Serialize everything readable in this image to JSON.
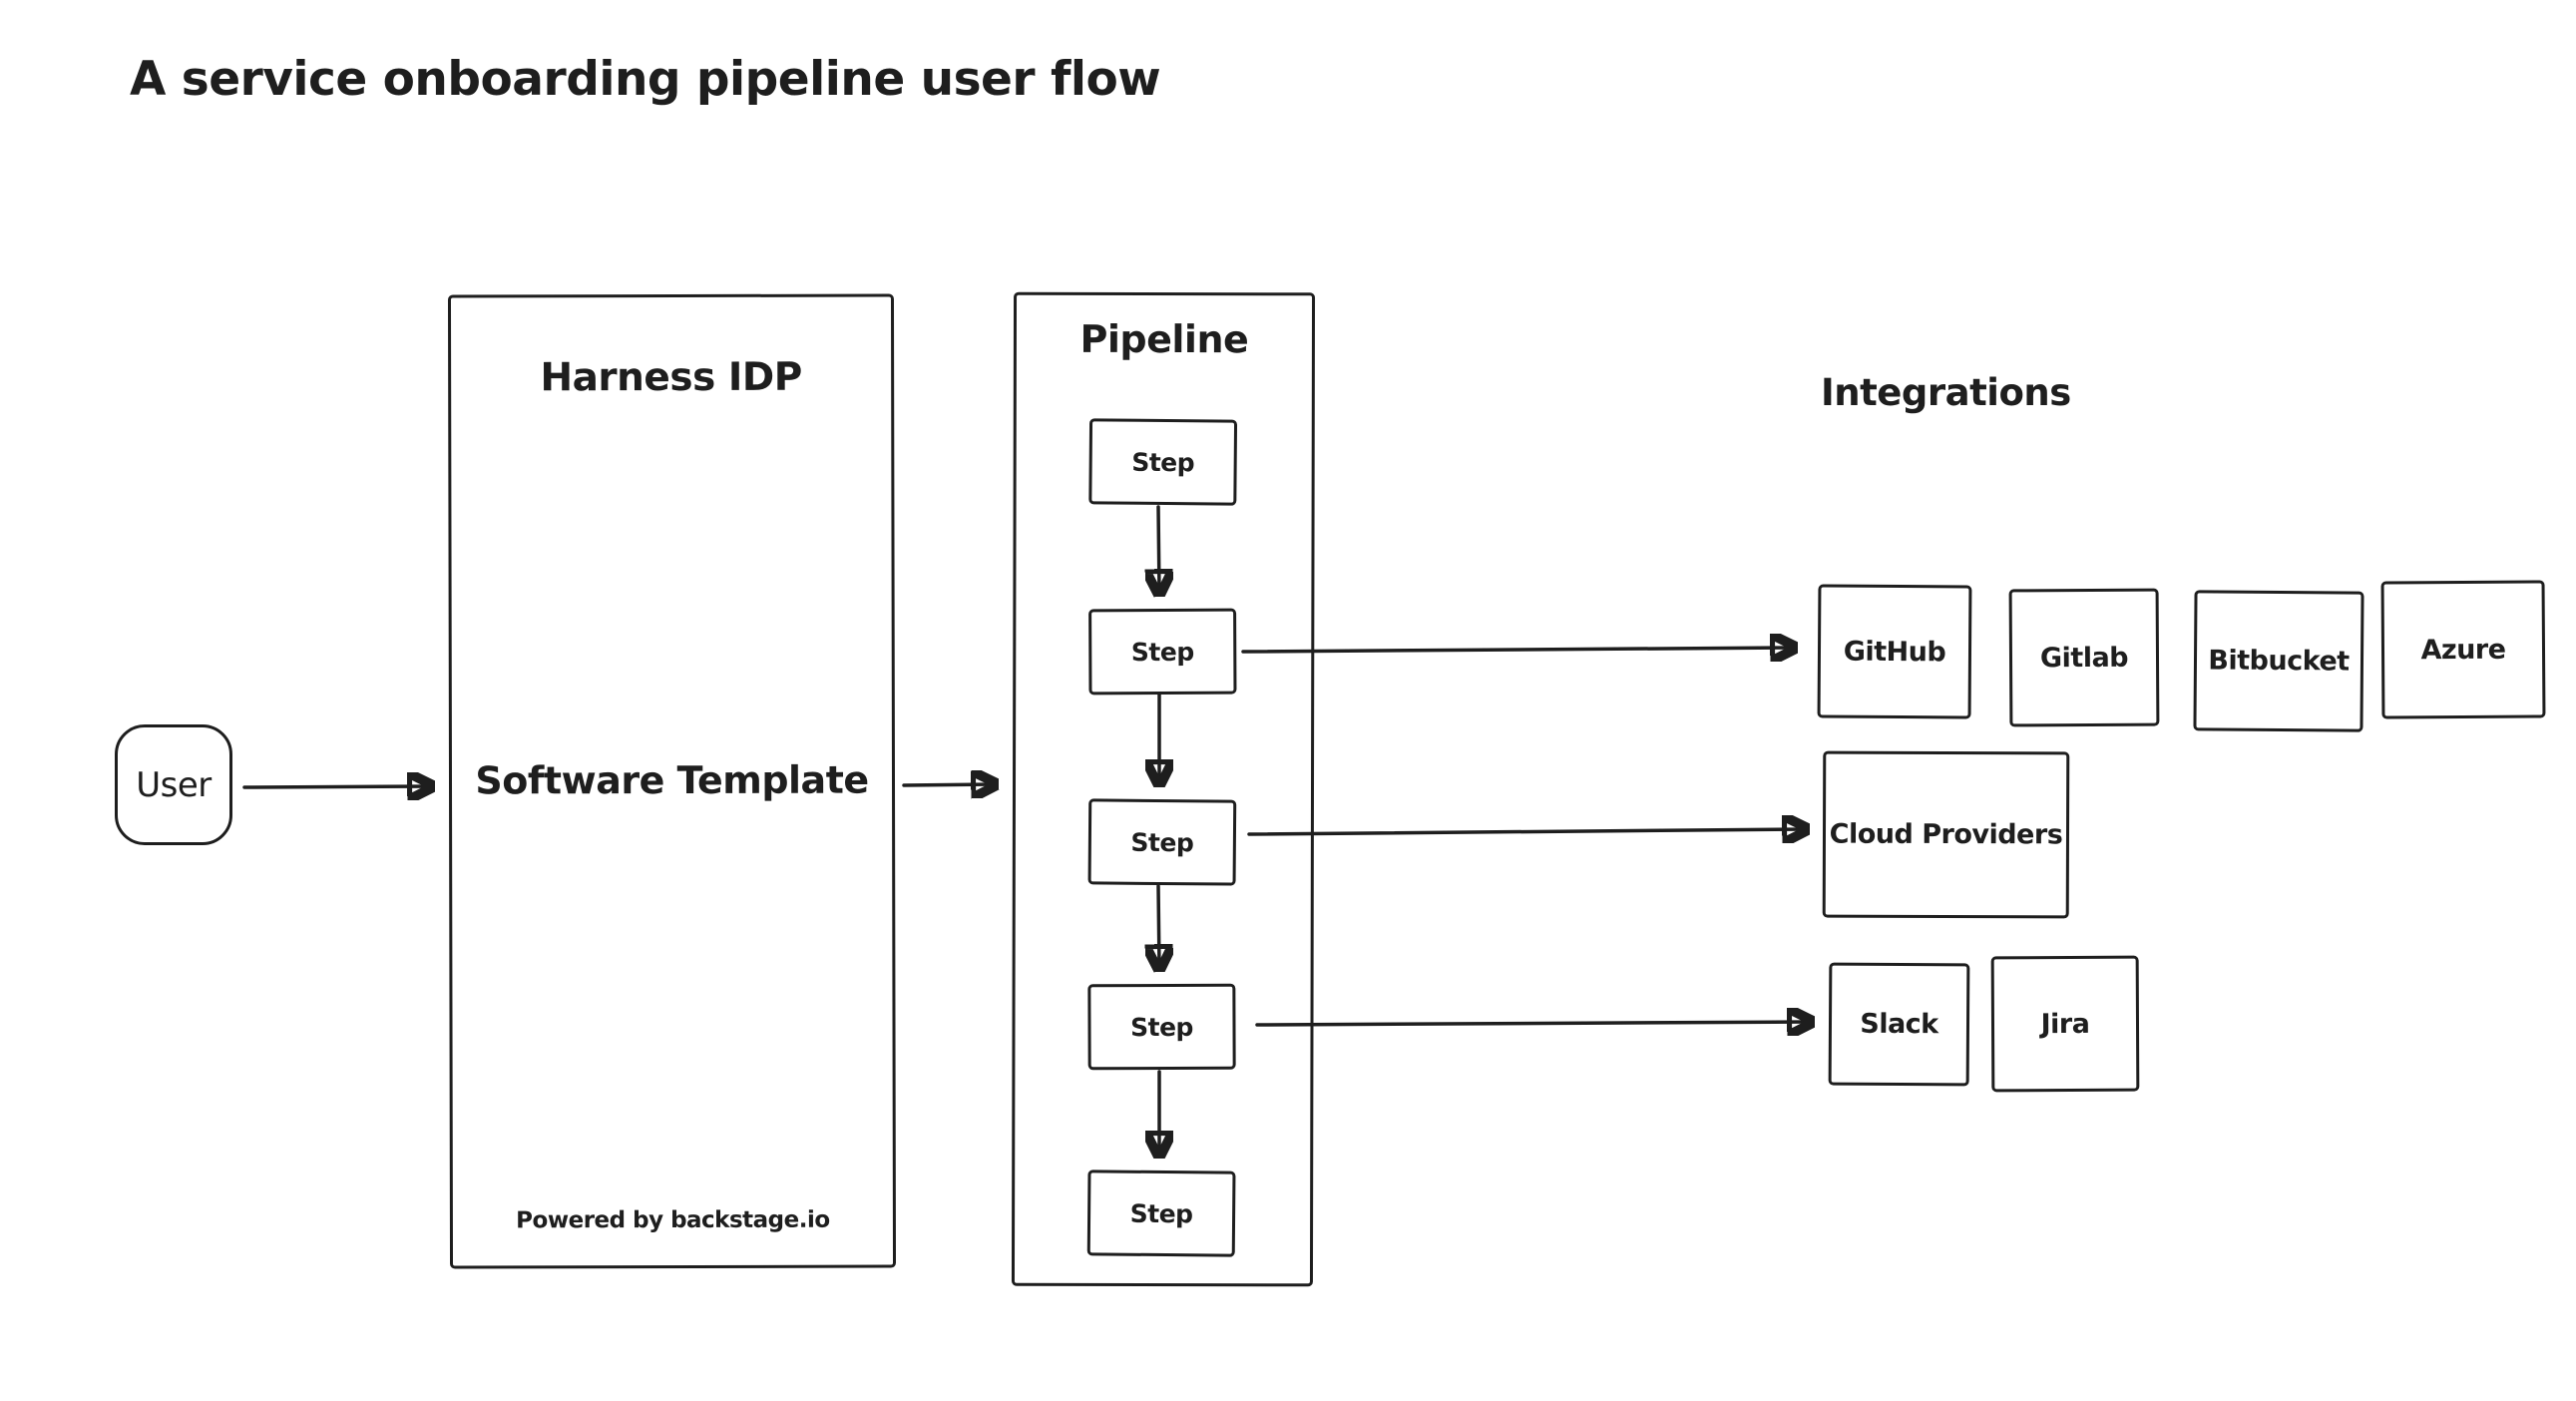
{
  "colors": {
    "ink": "#1e1e1e",
    "background": "#ffffff"
  },
  "title": "A service onboarding pipeline user flow",
  "user": {
    "label": "User"
  },
  "harness": {
    "title": "Harness IDP",
    "subtitle": "Software Template",
    "footer": "Powered by backstage.io"
  },
  "pipeline": {
    "label": "Pipeline",
    "steps": [
      {
        "label": "Step"
      },
      {
        "label": "Step"
      },
      {
        "label": "Step"
      },
      {
        "label": "Step"
      },
      {
        "label": "Step"
      }
    ]
  },
  "integrations": {
    "heading": "Integrations",
    "row1": [
      {
        "label": "GitHub"
      },
      {
        "label": "Gitlab"
      },
      {
        "label": "Bitbucket"
      },
      {
        "label": "Azure"
      }
    ],
    "row2": [
      {
        "label": "Cloud Providers"
      }
    ],
    "row3": [
      {
        "label": "Slack"
      },
      {
        "label": "Jira"
      }
    ]
  }
}
